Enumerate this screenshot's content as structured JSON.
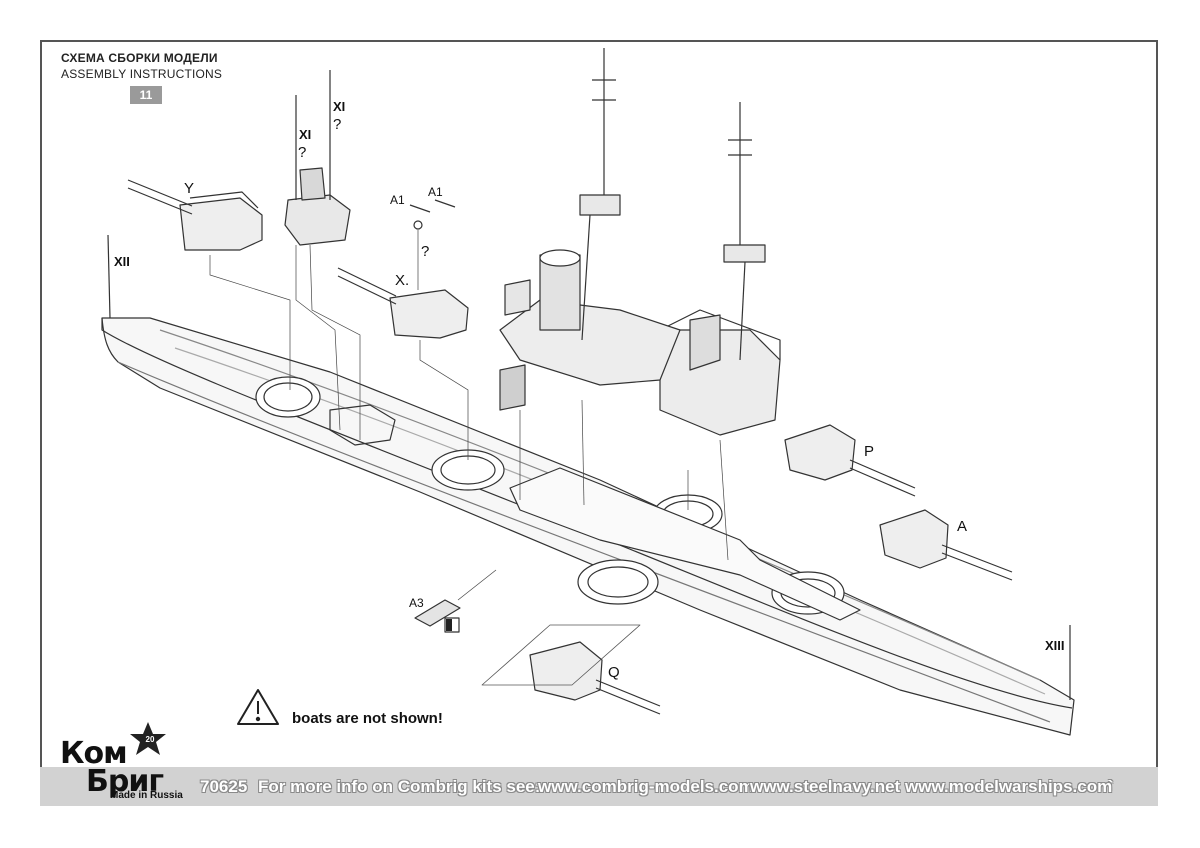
{
  "header": {
    "title_ru": "СХЕМА СБОРКИ МОДЕЛИ",
    "title_en": "ASSEMBLY INSTRUCTIONS",
    "step_number": "11"
  },
  "part_labels": {
    "y": "Y",
    "xi_1": "XI",
    "q_1": "?",
    "xi_2": "XI",
    "q_2": "?",
    "a1_left": "A1",
    "a1_right": "A1",
    "q_3": "?",
    "x": "X.",
    "xii": "XII",
    "p": "P",
    "a": "A",
    "a3": "A3",
    "q": "Q",
    "xiii": "XIII"
  },
  "warning": {
    "text": "boats are not shown!",
    "icon": "warning-triangle-icon"
  },
  "footer": {
    "code": "70625",
    "info_text": "For more info on Combrig kits see:",
    "link1": "www.combrig-models.com",
    "link2": "www.steelnavy.net",
    "link3": "www.modelwarships.com",
    "tail": "`"
  },
  "logo": {
    "line1": "Ком",
    "line2": "Бриг",
    "tagline": "Made in Russia",
    "badge_number": "20"
  }
}
